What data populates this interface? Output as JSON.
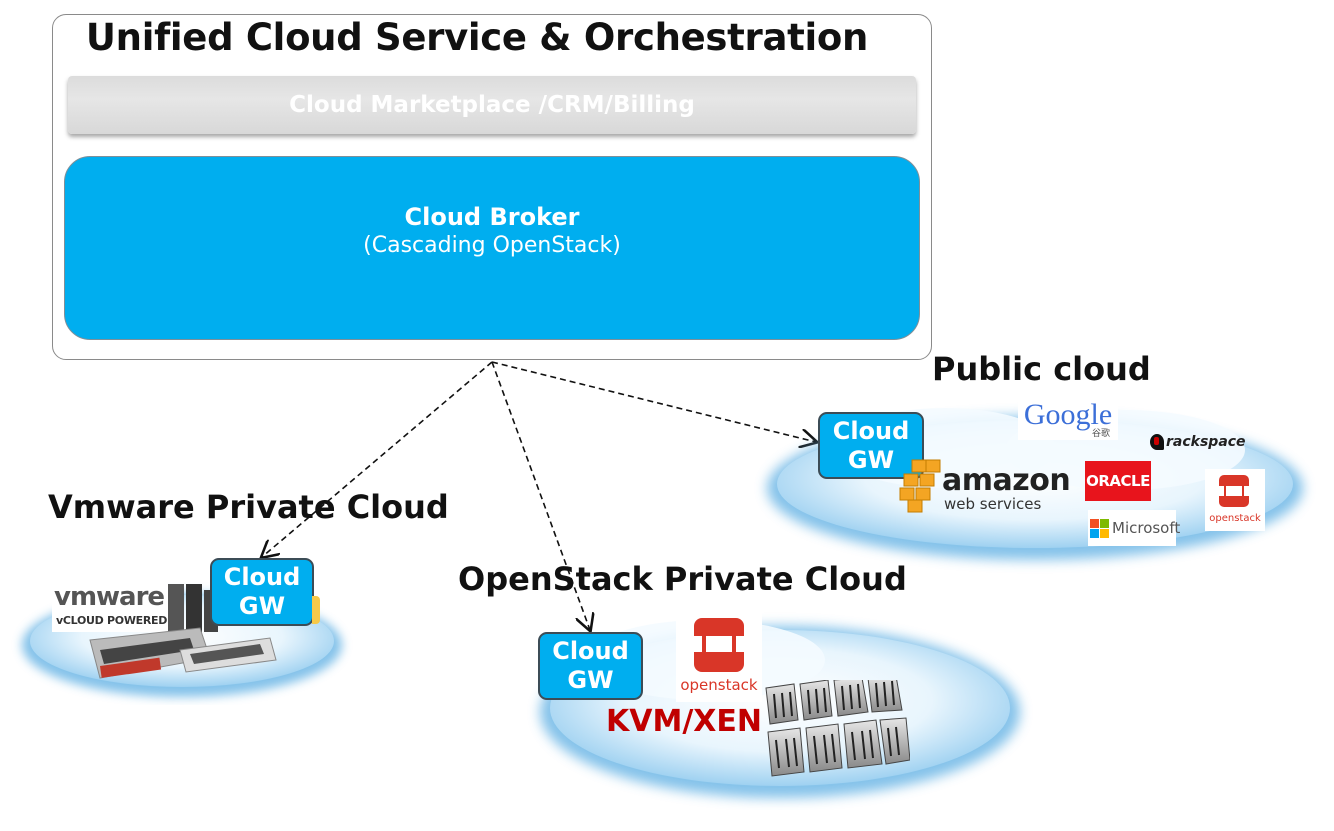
{
  "orchestration": {
    "title": "Unified Cloud Service & Orchestration",
    "marketplace_label": "Cloud Marketplace /CRM/Billing",
    "broker_title": "Cloud Broker",
    "broker_subtitle": "(Cascading OpenStack)"
  },
  "clouds": {
    "public": {
      "heading": "Public cloud",
      "gw_line1": "Cloud",
      "gw_line2": "GW",
      "logos": {
        "google": "Google",
        "google_sub": "谷歌",
        "rackspace": "rackspace",
        "amazon": "amazon",
        "amazon_sub": "web services",
        "oracle": "ORACLE",
        "microsoft": "Microsoft",
        "openstack": "openstack"
      }
    },
    "vmware": {
      "heading": "Vmware Private Cloud",
      "gw_line1": "Cloud",
      "gw_line2": "GW",
      "logo_text": "vmware",
      "logo_sub": "vCLOUD POWERED"
    },
    "openstack": {
      "heading": "OpenStack Private Cloud",
      "gw_line1": "Cloud",
      "gw_line2": "GW",
      "logo_text": "openstack",
      "hypervisor_label": "KVM/XEN"
    }
  },
  "colors": {
    "accent_blue": "#00aeef",
    "kvm_red": "#c00000",
    "marketplace_gray": "#dedede"
  }
}
